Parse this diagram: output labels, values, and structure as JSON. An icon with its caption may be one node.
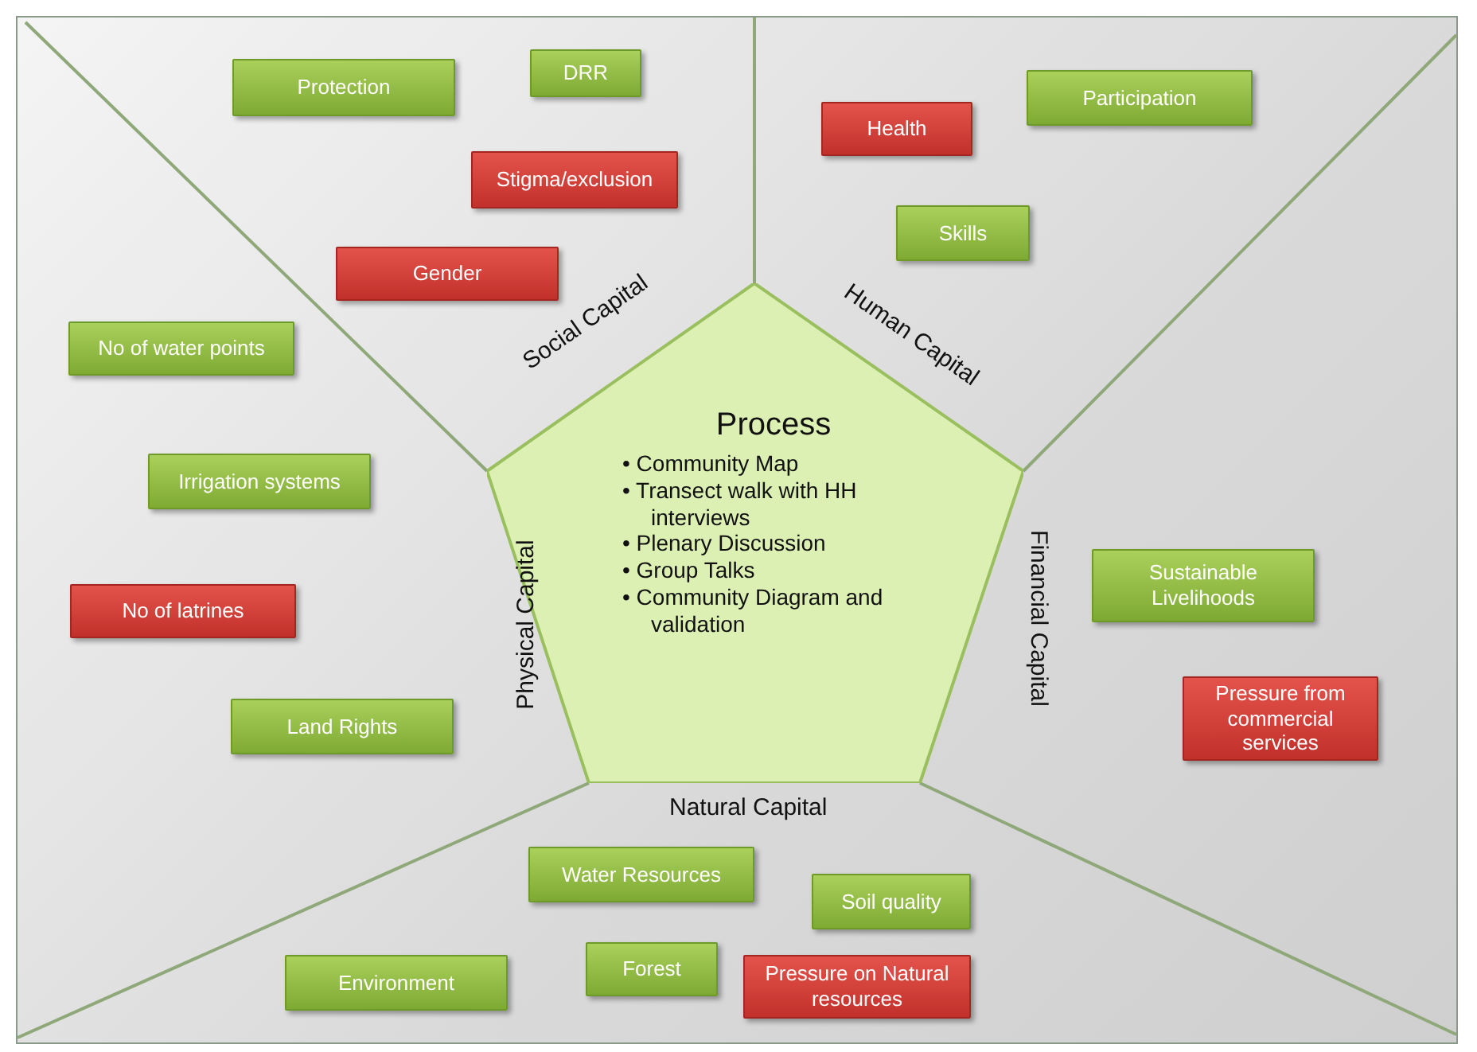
{
  "diagram": {
    "nodes": [
      {
        "text": [
          "Protection"
        ]
      },
      {
        "text": [
          "DRR"
        ]
      },
      {
        "text": [
          "Stigma/exclusion"
        ]
      },
      {
        "text": [
          "Gender"
        ]
      },
      {
        "text": [
          "Health"
        ]
      },
      {
        "text": [
          "Participation"
        ]
      },
      {
        "text": [
          "Skills"
        ]
      },
      {
        "text": [
          "No of water points"
        ]
      },
      {
        "text": [
          "Process",
          "• Community Map",
          "• Transect walk with HH interviews",
          "• Plenary Discussion",
          "• Group Talks",
          "• Community Diagram and validation"
        ]
      },
      {
        "text": [
          "Irrigation systems"
        ]
      },
      {
        "text": [
          "Sustainable Livelihoods"
        ]
      },
      {
        "text": [
          "No of latrines"
        ]
      },
      {
        "text": [
          "Pressure from commercial services"
        ]
      },
      {
        "text": [
          "Land Rights"
        ]
      },
      {
        "text": [
          "Water Resources"
        ]
      },
      {
        "text": [
          "Soil quality"
        ]
      },
      {
        "text": [
          "Environment"
        ]
      },
      {
        "text": [
          "Forest"
        ]
      },
      {
        "text": [
          "Pressure on Natural resources"
        ]
      }
    ],
    "labels": [
      "Social Capital",
      "Human Capital",
      "Physical Capital",
      "Financial Capital",
      "Natural Capital"
    ]
  }
}
